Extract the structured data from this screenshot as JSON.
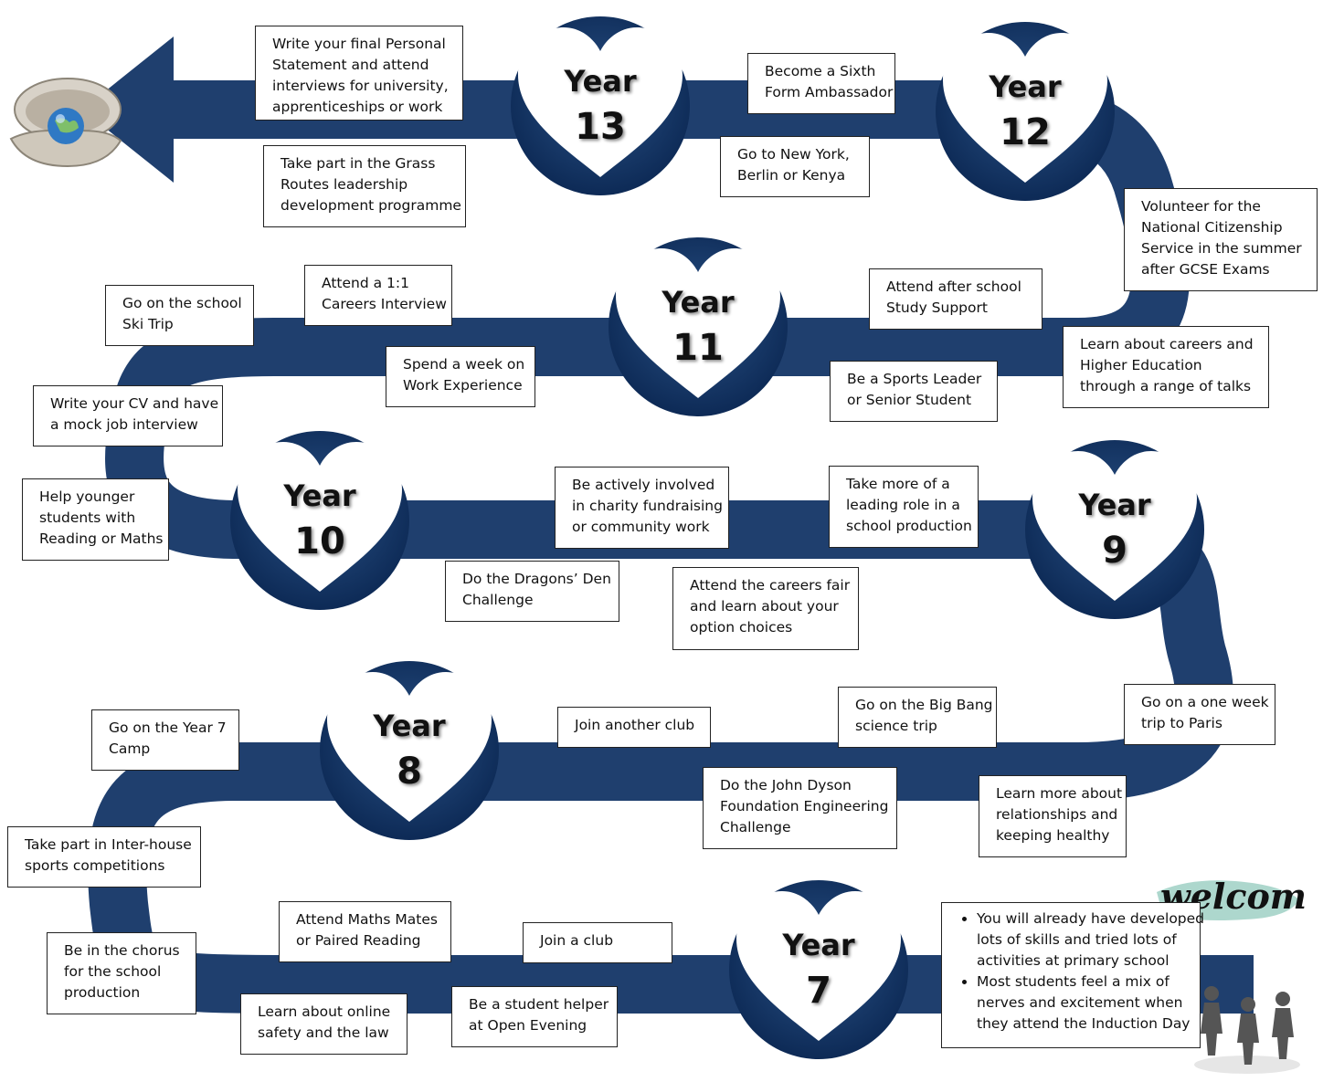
{
  "years": [
    {
      "id": "13",
      "word": "Year",
      "num": "13"
    },
    {
      "id": "12",
      "word": "Year",
      "num": "12"
    },
    {
      "id": "11",
      "word": "Year",
      "num": "11"
    },
    {
      "id": "10",
      "word": "Year",
      "num": "10"
    },
    {
      "id": "9",
      "word": "Year",
      "num": "9"
    },
    {
      "id": "8",
      "word": "Year",
      "num": "8"
    },
    {
      "id": "7",
      "word": "Year",
      "num": "7"
    }
  ],
  "boxes": {
    "personal_statement": [
      "Write your final Personal",
      "Statement and attend",
      "interviews for university,",
      "apprenticeships or work"
    ],
    "grass_routes": [
      "Take part in the Grass",
      "Routes leadership",
      "development programme"
    ],
    "sixth_form_ambassador": [
      "Become a Sixth",
      "Form Ambassador"
    ],
    "new_york": [
      "Go to New York,",
      "Berlin or Kenya"
    ],
    "ncs": [
      "Volunteer for the",
      "National Citizenship",
      "Service in the summer",
      "after GCSE Exams"
    ],
    "study_support": [
      "Attend after school",
      "Study Support"
    ],
    "careers_talks": [
      "Learn about careers and",
      "Higher Education",
      "through a range of talks"
    ],
    "sports_leader": [
      "Be a Sports Leader",
      "or Senior Student"
    ],
    "careers_interview": [
      "Attend a 1:1",
      "Careers Interview"
    ],
    "ski_trip": [
      "Go on the school",
      "Ski Trip"
    ],
    "work_experience": [
      "Spend a week on",
      "Work Experience"
    ],
    "cv": [
      "Write your CV and have",
      "a mock job interview"
    ],
    "help_younger": [
      "Help younger",
      "students with",
      "Reading or Maths"
    ],
    "charity": [
      "Be actively involved",
      "in charity fundraising",
      "or community work"
    ],
    "production_lead": [
      "Take more of a",
      "leading role in a",
      "school production"
    ],
    "dragons_den": [
      "Do the Dragons’ Den",
      "Challenge"
    ],
    "careers_fair": [
      "Attend the careers fair",
      "and learn about your",
      "option choices"
    ],
    "paris": [
      "Go on a one week",
      "trip to Paris"
    ],
    "big_bang": [
      "Go on the Big Bang",
      "science trip"
    ],
    "another_club": [
      "Join another club"
    ],
    "year7_camp": [
      "Go on the Year 7",
      "Camp"
    ],
    "dyson": [
      "Do the John Dyson",
      "Foundation Engineering",
      "Challenge"
    ],
    "relationships": [
      "Learn more about",
      "relationships and",
      "keeping healthy"
    ],
    "inter_house": [
      "Take part in Inter-house",
      "sports competitions"
    ],
    "maths_mates": [
      "Attend Maths Mates",
      "or Paired Reading"
    ],
    "join_club": [
      "Join a club"
    ],
    "chorus": [
      "Be in the chorus",
      "for the school",
      "production"
    ],
    "online_safety": [
      "Learn about online",
      "safety and the law"
    ],
    "open_evening": [
      "Be a student helper",
      "at Open Evening"
    ]
  },
  "intro": {
    "bullets": [
      [
        "You will already have developed",
        "lots of skills and tried lots of",
        "activities at primary school"
      ],
      [
        "Most students feel a mix of",
        "nerves and excitement when",
        "they attend the Induction Day"
      ]
    ],
    "welcome_text": "welcome"
  },
  "colors": {
    "path": "#1f3f6e",
    "path_light": "#2a5286",
    "circle_dark": "#0d2a56",
    "heart": "#ffffff",
    "wash": "#9fd0c4"
  }
}
